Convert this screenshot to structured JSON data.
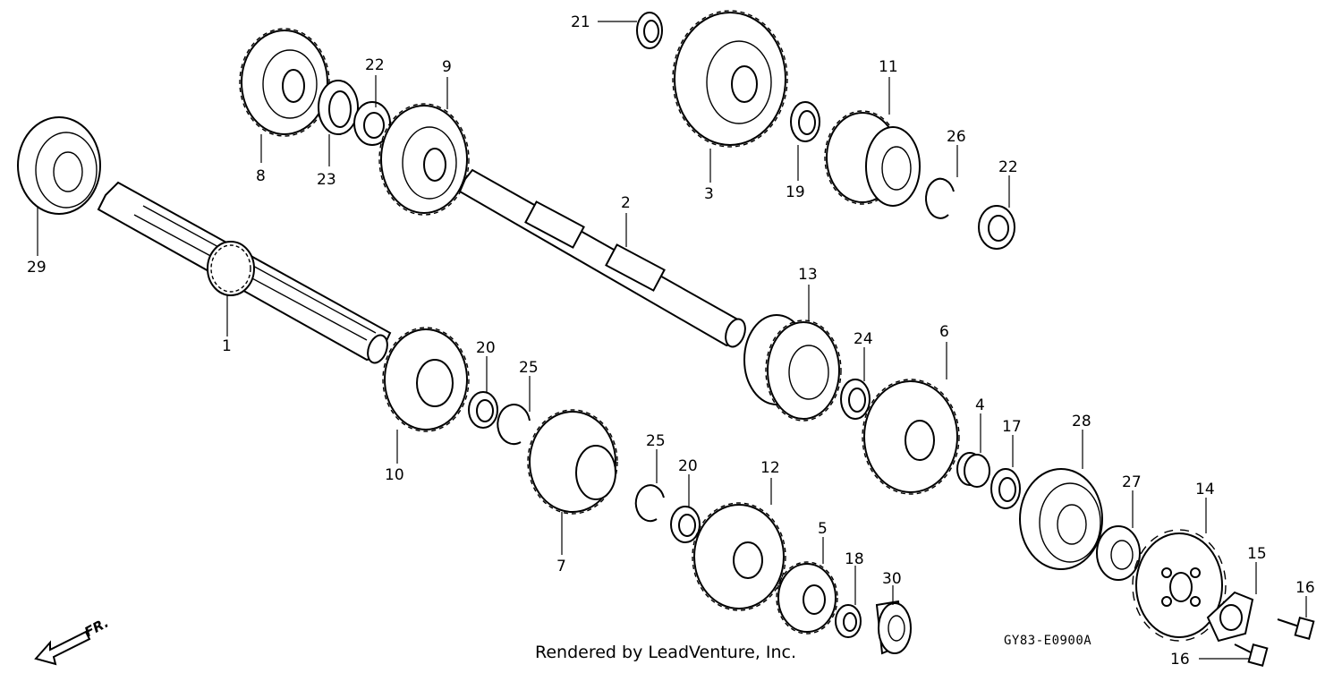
{
  "diagram": {
    "labels": [
      "1",
      "2",
      "3",
      "4",
      "5",
      "6",
      "7",
      "8",
      "9",
      "10",
      "11",
      "12",
      "13",
      "14",
      "15",
      "16",
      "16",
      "17",
      "18",
      "19",
      "20",
      "20",
      "21",
      "22",
      "22",
      "23",
      "24",
      "25",
      "25",
      "26",
      "27",
      "28",
      "29",
      "30"
    ],
    "direction_label": "FR.",
    "drawing_code": "GY83-E0900A",
    "credit": "Rendered by LeadVenture, Inc."
  }
}
